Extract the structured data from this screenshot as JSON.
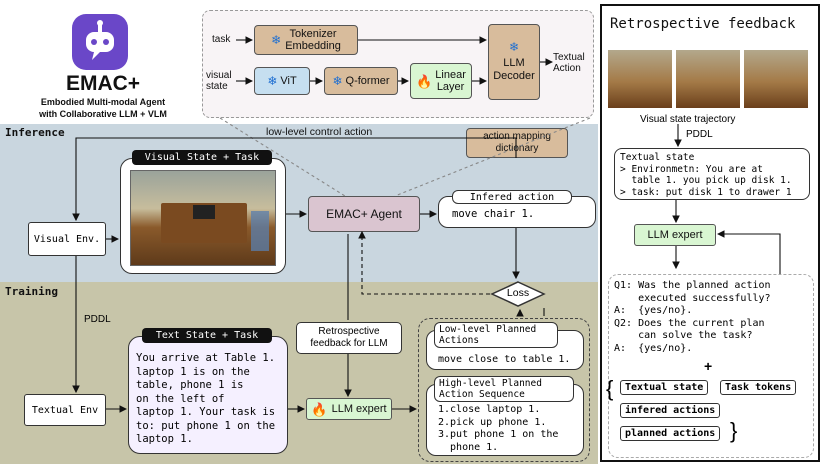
{
  "logo": {
    "name": "EMAC+",
    "subtitle_line1": "Embodied Multi-modal Agent",
    "subtitle_line2": "with Collaborative LLM + VLM"
  },
  "architecture": {
    "task_label": "task",
    "visual_state_label": "visual\nstate",
    "tokenizer": "Tokenizer\nEmbedding",
    "vit": "ViT",
    "qformer": "Q-former",
    "linear": "Linear\nLayer",
    "llm_decoder": "LLM\nDecoder",
    "textual_action": "Textual\nAction"
  },
  "inference": {
    "band_label": "Inference",
    "control_label": "low-level control action",
    "action_mapping": "action mapping\ndictionary",
    "visual_env": "Visual Env.",
    "visual_state_task": "Visual State + Task",
    "emac_agent": "EMAC+ Agent",
    "infered_action_title": "Infered action",
    "infered_action_value": "move chair 1."
  },
  "training": {
    "band_label": "Training",
    "pddl": "PDDL",
    "loss": "Loss",
    "textual_env": "Textual Env",
    "text_state_task": "Text State + Task",
    "text_state_body": "You arrive at Table 1.\nlaptop 1 is on the\ntable, phone 1 is\non the left of\nlaptop 1. Your task is\nto: put phone 1 on the\nlaptop 1.",
    "retro_label": "Retrospective\nfeedback for LLM",
    "llm_expert": "LLM expert",
    "low_level_title": "Low-level Planned\nActions",
    "low_level_body": "move close to table 1.",
    "high_level_title": "High-level Planned\nAction Sequence",
    "high_level_body": "1.close laptop 1.\n2.pick up phone 1.\n3.put phone 1 on the\n  phone 1."
  },
  "retrospective": {
    "title": "Retrospective feedback",
    "trajectory": "Visual state trajectory",
    "pddl": "PDDL",
    "textual_state": "Textual state\n> Environmetn: You are at\n  table 1. you pick up disk 1.\n> task: put disk 1 to drawer 1",
    "llm_expert": "LLM expert",
    "qa": "Q1: Was the planned action\n    executed successfully?\nA:  {yes/no}.\nQ2: Does the current plan\n    can solve the task?\nA:  {yes/no}.",
    "plus": "+",
    "tags": [
      "Textual state",
      "Task tokens",
      "infered actions",
      "planned actions"
    ]
  },
  "colors": {
    "inference_band": "#c9d6df",
    "training_band": "#c7c5a9",
    "module_tan": "#d8bc9c",
    "module_green": "#d9f6d2",
    "module_blue": "#c6dff0",
    "agent_mauve": "#dac5d0"
  },
  "icons": [
    "robot-icon",
    "snowflake-icon",
    "flame-icon"
  ]
}
